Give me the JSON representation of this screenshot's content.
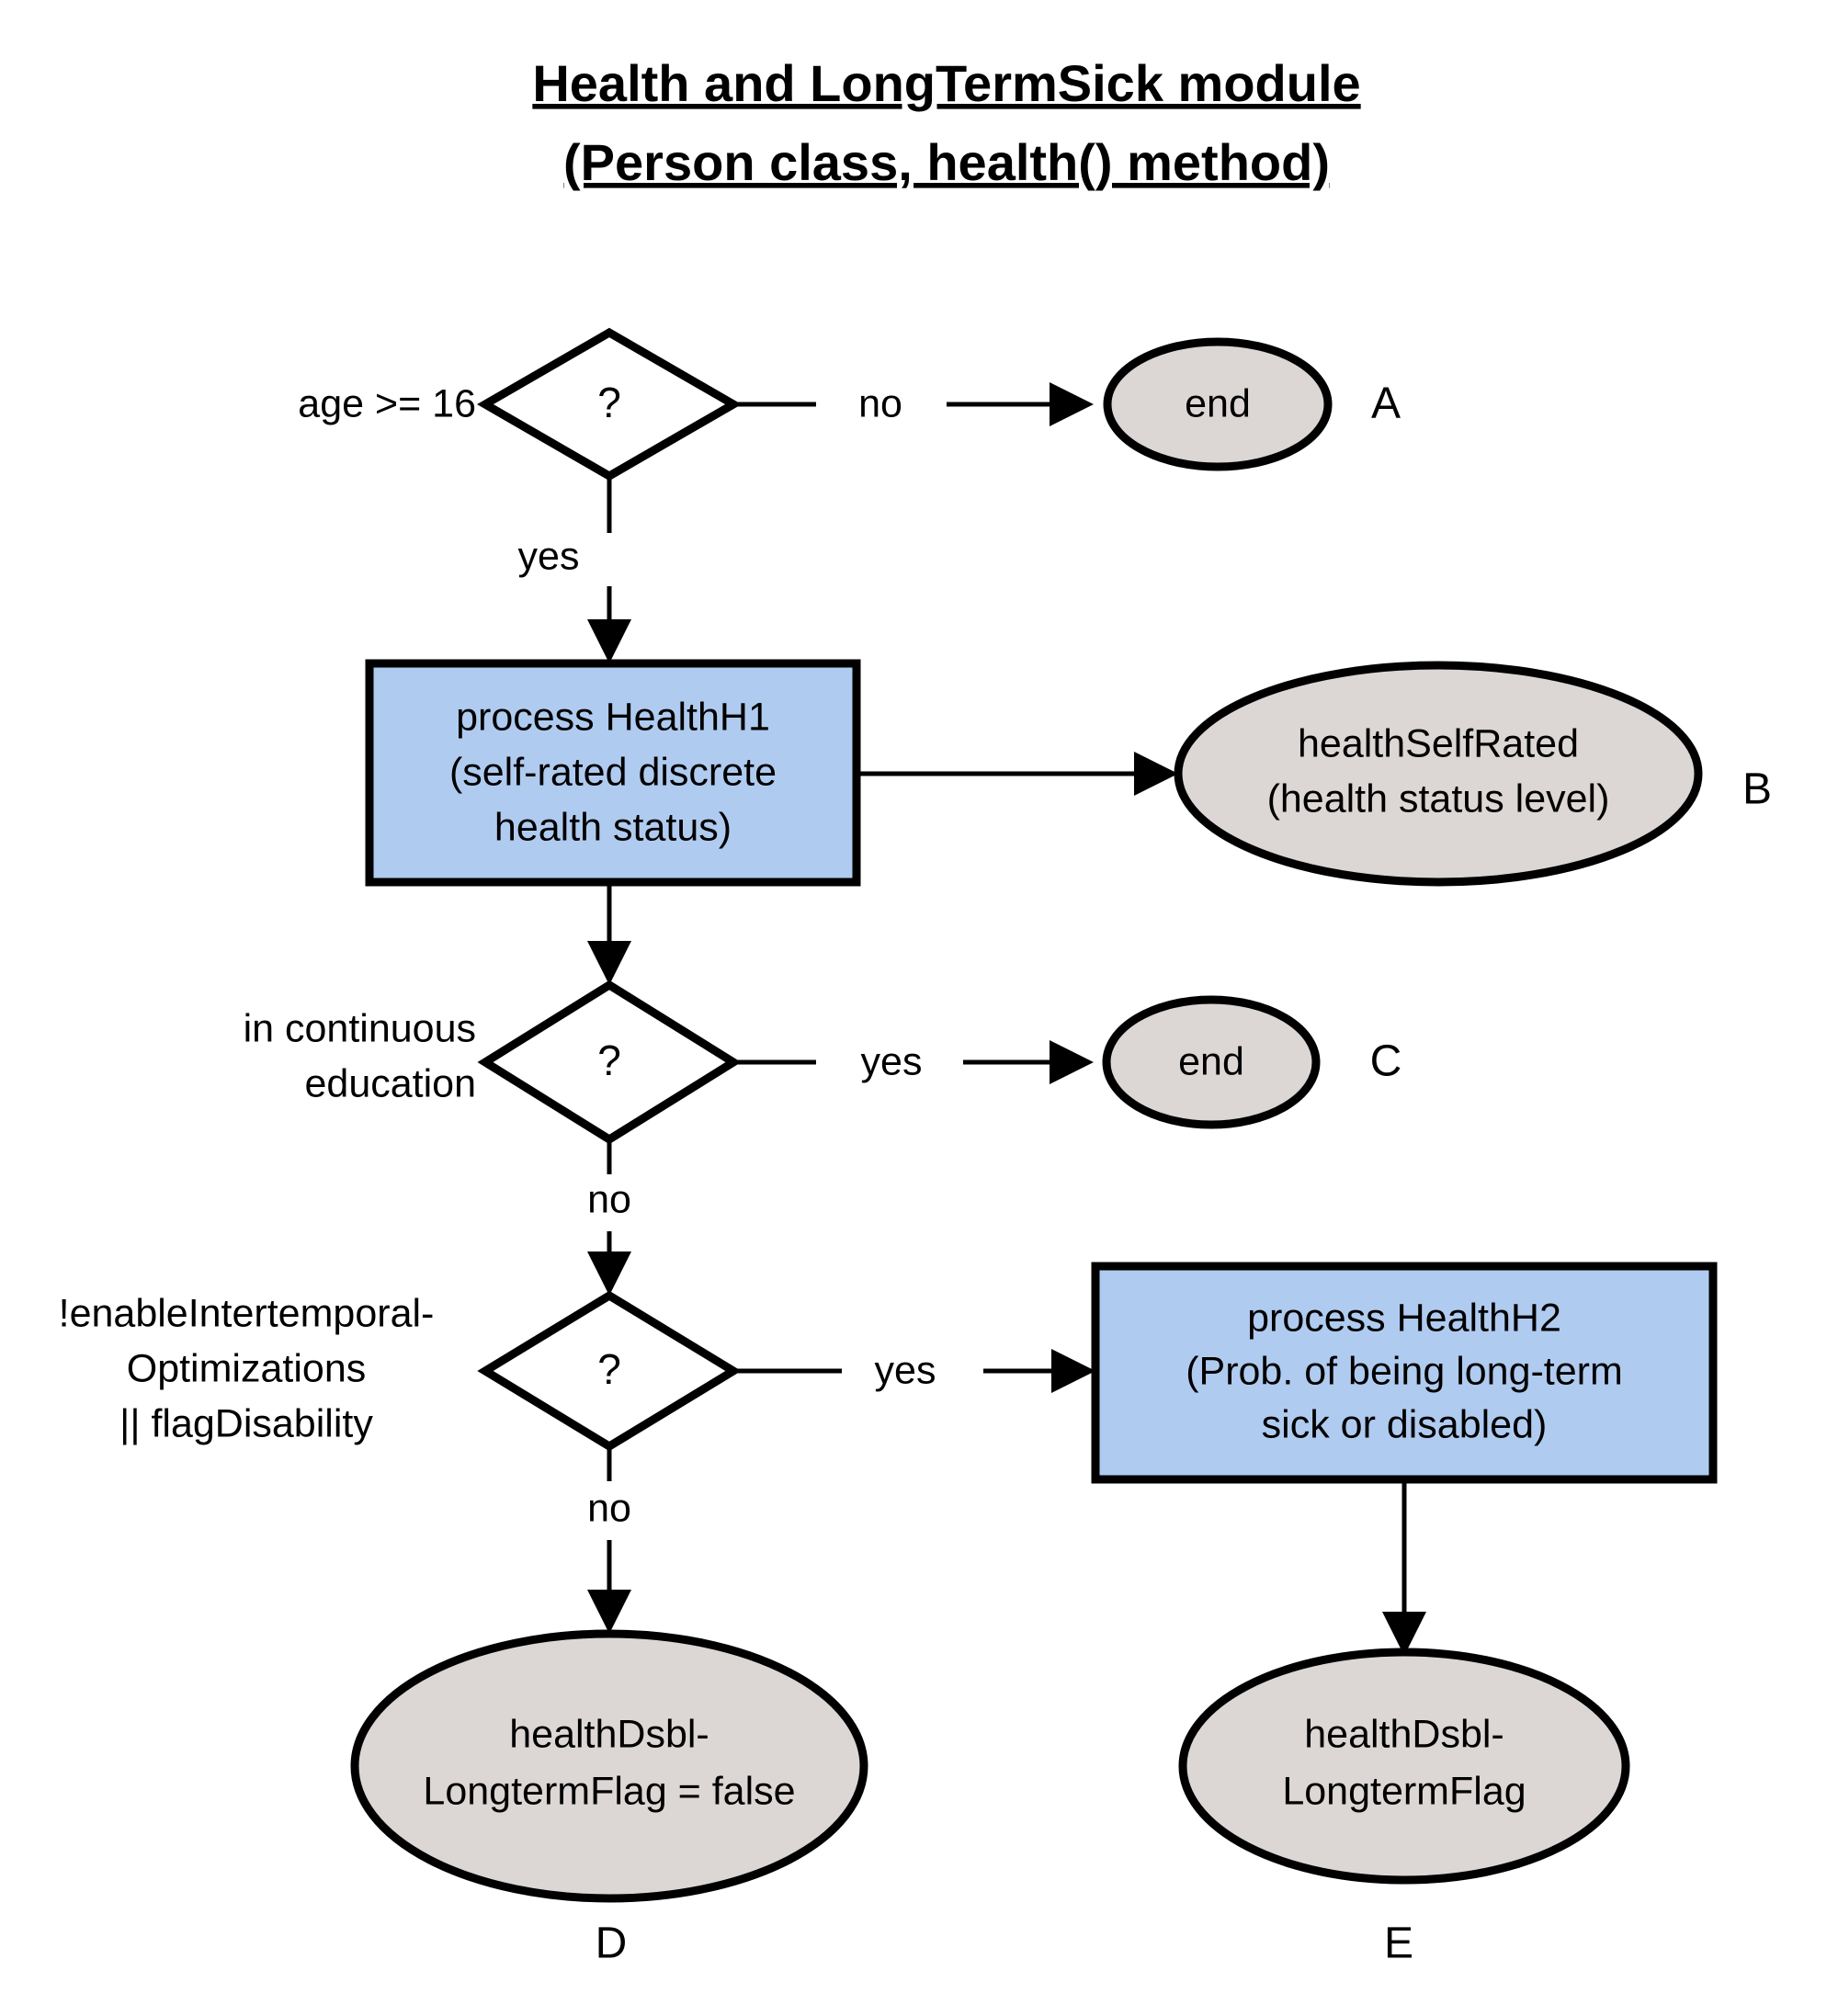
{
  "title": {
    "line1": "Health and LongTermSick module",
    "line2": "(Person class, health() method)"
  },
  "nodes": {
    "decision_age": {
      "symbol": "?",
      "condition_lines": [
        "age >= 16"
      ]
    },
    "end_a": {
      "label": "end"
    },
    "process_h1": {
      "lines": [
        "process HealthH1",
        "(self-rated discrete",
        "health status)"
      ]
    },
    "out_self_rated": {
      "lines": [
        "healthSelfRated",
        "(health status level)"
      ]
    },
    "decision_education": {
      "symbol": "?",
      "condition_lines": [
        "in continuous",
        "education"
      ]
    },
    "end_c": {
      "label": "end"
    },
    "decision_intertemporal": {
      "symbol": "?",
      "condition_lines": [
        "!enableIntertemporal-",
        "Optimizations",
        "|| flagDisability"
      ]
    },
    "process_h2": {
      "lines": [
        "process HealthH2",
        "(Prob. of being long-term",
        "sick or disabled)"
      ]
    },
    "out_flag_false": {
      "lines": [
        "healthDsbl-",
        "LongtermFlag = false"
      ]
    },
    "out_flag": {
      "lines": [
        "healthDsbl-",
        "LongtermFlag"
      ]
    }
  },
  "edge_labels": {
    "age_no": "no",
    "age_yes": "yes",
    "education_yes": "yes",
    "education_no": "no",
    "intertemporal_yes": "yes",
    "intertemporal_no": "no"
  },
  "panel_letters": {
    "a": "A",
    "b": "B",
    "c": "C",
    "d": "D",
    "e": "E"
  },
  "colors": {
    "process_fill": "#b0cbf0",
    "terminal_fill": "#dcd6d5",
    "decision_fill": "#ffffff",
    "stroke": "#000000",
    "background": "#ffffff"
  }
}
